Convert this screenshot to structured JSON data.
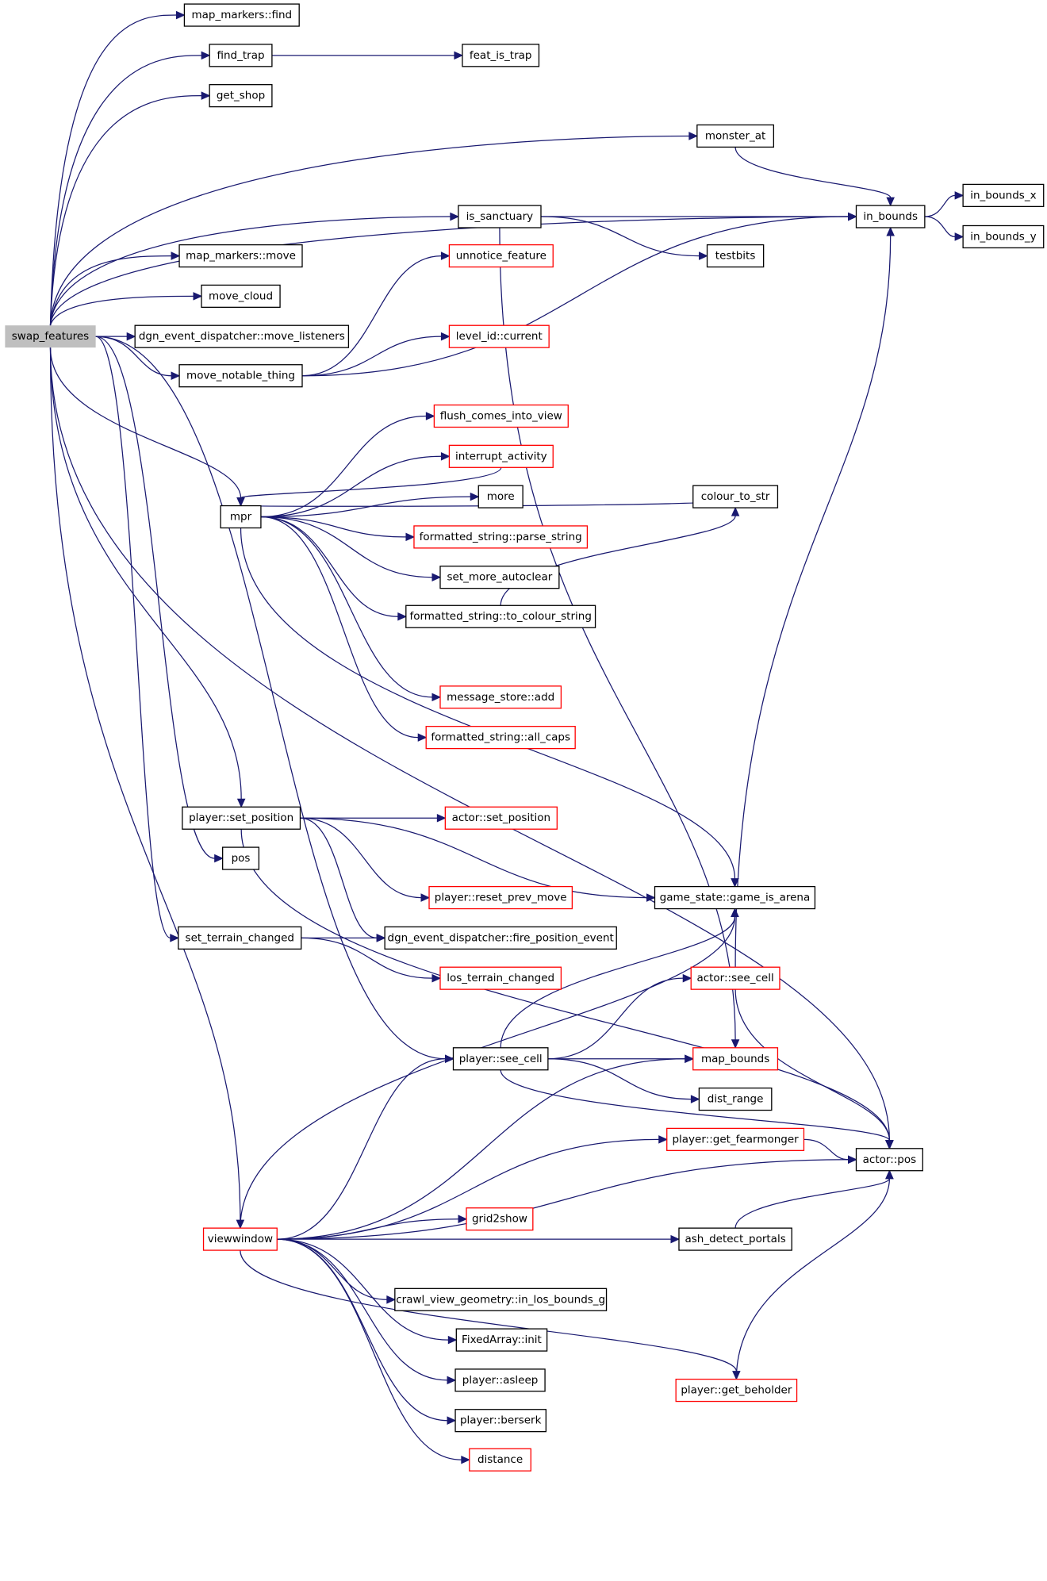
{
  "graph": {
    "colors": {
      "edge": "#191970",
      "node_border": "#000000",
      "link_border": "#ff0000",
      "root_fill": "#bfbfbf",
      "background": "#ffffff"
    },
    "nodes": [
      {
        "id": "swap_features",
        "label": "swap_features",
        "style": "root"
      },
      {
        "id": "map_markers_find",
        "label": "map_markers::find",
        "style": "black"
      },
      {
        "id": "find_trap",
        "label": "find_trap",
        "style": "black"
      },
      {
        "id": "feat_is_trap",
        "label": "feat_is_trap",
        "style": "black"
      },
      {
        "id": "get_shop",
        "label": "get_shop",
        "style": "black"
      },
      {
        "id": "monster_at",
        "label": "monster_at",
        "style": "black"
      },
      {
        "id": "in_bounds",
        "label": "in_bounds",
        "style": "black"
      },
      {
        "id": "in_bounds_x",
        "label": "in_bounds_x",
        "style": "black"
      },
      {
        "id": "in_bounds_y",
        "label": "in_bounds_y",
        "style": "black"
      },
      {
        "id": "is_sanctuary",
        "label": "is_sanctuary",
        "style": "black"
      },
      {
        "id": "testbits",
        "label": "testbits",
        "style": "black"
      },
      {
        "id": "map_markers_move",
        "label": "map_markers::move",
        "style": "black"
      },
      {
        "id": "unnotice_feature",
        "label": "unnotice_feature",
        "style": "red"
      },
      {
        "id": "move_cloud",
        "label": "move_cloud",
        "style": "black"
      },
      {
        "id": "move_listeners",
        "label": "dgn_event_dispatcher::move_listeners",
        "style": "black"
      },
      {
        "id": "level_id_current",
        "label": "level_id::current",
        "style": "red"
      },
      {
        "id": "move_notable_thing",
        "label": "move_notable_thing",
        "style": "black"
      },
      {
        "id": "flush_comes_into_view",
        "label": "flush_comes_into_view",
        "style": "red"
      },
      {
        "id": "interrupt_activity",
        "label": "interrupt_activity",
        "style": "red"
      },
      {
        "id": "more",
        "label": "more",
        "style": "black"
      },
      {
        "id": "colour_to_str",
        "label": "colour_to_str",
        "style": "black"
      },
      {
        "id": "mpr",
        "label": "mpr",
        "style": "black"
      },
      {
        "id": "parse_string",
        "label": "formatted_string::parse_string",
        "style": "red"
      },
      {
        "id": "set_more_autoclear",
        "label": "set_more_autoclear",
        "style": "black"
      },
      {
        "id": "to_colour_string",
        "label": "formatted_string::to_colour_string",
        "style": "black"
      },
      {
        "id": "message_store_add",
        "label": "message_store::add",
        "style": "red"
      },
      {
        "id": "all_caps",
        "label": "formatted_string::all_caps",
        "style": "red"
      },
      {
        "id": "player_set_position",
        "label": "player::set_position",
        "style": "black"
      },
      {
        "id": "actor_set_position",
        "label": "actor::set_position",
        "style": "red"
      },
      {
        "id": "pos",
        "label": "pos",
        "style": "black"
      },
      {
        "id": "reset_prev_move",
        "label": "player::reset_prev_move",
        "style": "red"
      },
      {
        "id": "game_is_arena",
        "label": "game_state::game_is_arena",
        "style": "black"
      },
      {
        "id": "set_terrain_changed",
        "label": "set_terrain_changed",
        "style": "black"
      },
      {
        "id": "fire_position_event",
        "label": "dgn_event_dispatcher::fire_position_event",
        "style": "black"
      },
      {
        "id": "los_terrain_changed",
        "label": "los_terrain_changed",
        "style": "red"
      },
      {
        "id": "actor_see_cell",
        "label": "actor::see_cell",
        "style": "red"
      },
      {
        "id": "player_see_cell",
        "label": "player::see_cell",
        "style": "black"
      },
      {
        "id": "map_bounds",
        "label": "map_bounds",
        "style": "red"
      },
      {
        "id": "dist_range",
        "label": "dist_range",
        "style": "black"
      },
      {
        "id": "get_fearmonger",
        "label": "player::get_fearmonger",
        "style": "red"
      },
      {
        "id": "actor_pos",
        "label": "actor::pos",
        "style": "black"
      },
      {
        "id": "grid2show",
        "label": "grid2show",
        "style": "red"
      },
      {
        "id": "viewwindow",
        "label": "viewwindow",
        "style": "red"
      },
      {
        "id": "ash_detect_portals",
        "label": "ash_detect_portals",
        "style": "black"
      },
      {
        "id": "in_los_bounds_g",
        "label": "crawl_view_geometry::in_los_bounds_g",
        "style": "black"
      },
      {
        "id": "fixedarray_init",
        "label": "FixedArray::init",
        "style": "black"
      },
      {
        "id": "player_asleep",
        "label": "player::asleep",
        "style": "black"
      },
      {
        "id": "get_beholder",
        "label": "player::get_beholder",
        "style": "red"
      },
      {
        "id": "player_berserk",
        "label": "player::berserk",
        "style": "black"
      },
      {
        "id": "distance",
        "label": "distance",
        "style": "red"
      }
    ],
    "edges": [
      [
        "swap_features",
        "map_markers_find"
      ],
      [
        "swap_features",
        "find_trap"
      ],
      [
        "find_trap",
        "feat_is_trap"
      ],
      [
        "swap_features",
        "get_shop"
      ],
      [
        "swap_features",
        "monster_at"
      ],
      [
        "monster_at",
        "in_bounds"
      ],
      [
        "swap_features",
        "in_bounds"
      ],
      [
        "in_bounds",
        "in_bounds_x"
      ],
      [
        "in_bounds",
        "in_bounds_y"
      ],
      [
        "swap_features",
        "is_sanctuary"
      ],
      [
        "is_sanctuary",
        "in_bounds"
      ],
      [
        "is_sanctuary",
        "testbits"
      ],
      [
        "is_sanctuary",
        "map_bounds"
      ],
      [
        "swap_features",
        "map_markers_move"
      ],
      [
        "swap_features",
        "move_cloud"
      ],
      [
        "swap_features",
        "move_listeners"
      ],
      [
        "swap_features",
        "move_notable_thing"
      ],
      [
        "move_notable_thing",
        "in_bounds"
      ],
      [
        "move_notable_thing",
        "unnotice_feature"
      ],
      [
        "move_notable_thing",
        "level_id_current"
      ],
      [
        "swap_features",
        "mpr"
      ],
      [
        "mpr",
        "flush_comes_into_view"
      ],
      [
        "mpr",
        "interrupt_activity"
      ],
      [
        "interrupt_activity",
        "mpr"
      ],
      [
        "mpr",
        "more"
      ],
      [
        "mpr",
        "colour_to_str"
      ],
      [
        "mpr",
        "parse_string"
      ],
      [
        "mpr",
        "set_more_autoclear"
      ],
      [
        "mpr",
        "to_colour_string"
      ],
      [
        "to_colour_string",
        "colour_to_str"
      ],
      [
        "mpr",
        "game_is_arena"
      ],
      [
        "mpr",
        "message_store_add"
      ],
      [
        "mpr",
        "all_caps"
      ],
      [
        "swap_features",
        "player_set_position"
      ],
      [
        "player_set_position",
        "actor_set_position"
      ],
      [
        "player_set_position",
        "reset_prev_move"
      ],
      [
        "player_set_position",
        "game_is_arena"
      ],
      [
        "player_set_position",
        "fire_position_event"
      ],
      [
        "player_set_position",
        "actor_pos"
      ],
      [
        "swap_features",
        "pos"
      ],
      [
        "swap_features",
        "set_terrain_changed"
      ],
      [
        "set_terrain_changed",
        "fire_position_event"
      ],
      [
        "set_terrain_changed",
        "los_terrain_changed"
      ],
      [
        "swap_features",
        "player_see_cell"
      ],
      [
        "player_see_cell",
        "actor_see_cell"
      ],
      [
        "player_see_cell",
        "game_is_arena"
      ],
      [
        "player_see_cell",
        "map_bounds"
      ],
      [
        "player_see_cell",
        "dist_range"
      ],
      [
        "player_see_cell",
        "actor_pos"
      ],
      [
        "actor_see_cell",
        "in_bounds"
      ],
      [
        "actor_see_cell",
        "actor_pos"
      ],
      [
        "swap_features",
        "viewwindow"
      ],
      [
        "viewwindow",
        "game_is_arena"
      ],
      [
        "viewwindow",
        "player_see_cell"
      ],
      [
        "viewwindow",
        "map_bounds"
      ],
      [
        "viewwindow",
        "get_fearmonger"
      ],
      [
        "get_fearmonger",
        "actor_pos"
      ],
      [
        "viewwindow",
        "actor_pos"
      ],
      [
        "viewwindow",
        "grid2show"
      ],
      [
        "viewwindow",
        "ash_detect_portals"
      ],
      [
        "ash_detect_portals",
        "actor_pos"
      ],
      [
        "viewwindow",
        "in_los_bounds_g"
      ],
      [
        "viewwindow",
        "fixedarray_init"
      ],
      [
        "viewwindow",
        "player_asleep"
      ],
      [
        "viewwindow",
        "player_berserk"
      ],
      [
        "viewwindow",
        "distance"
      ],
      [
        "viewwindow",
        "get_beholder"
      ],
      [
        "get_beholder",
        "actor_pos"
      ],
      [
        "swap_features",
        "actor_pos"
      ]
    ]
  }
}
